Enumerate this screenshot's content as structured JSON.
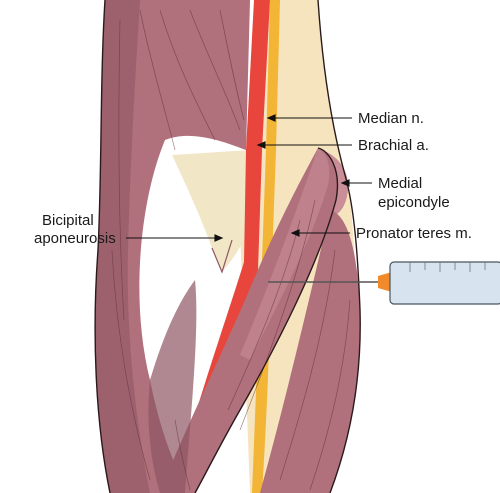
{
  "colors": {
    "muscle": "#b0707c",
    "muscle_dark": "#8e5562",
    "muscle_light": "#c98e98",
    "artery": "#e8453c",
    "nerve": "#f2b535",
    "tendon": "#f1e7c7",
    "bone": "#f6e4bf",
    "syringe_barrel": "#d7e3ee",
    "needle_hub": "#f08a2a"
  },
  "labels": {
    "median_nerve": "Median n.",
    "brachial_artery": "Brachial a.",
    "medial_epicondyle_line1": "Medial",
    "medial_epicondyle_line2": "epicondyle",
    "bicipital_line1": "Bicipital",
    "bicipital_line2": "aponeurosis",
    "pronator_teres": "Pronator teres m."
  }
}
